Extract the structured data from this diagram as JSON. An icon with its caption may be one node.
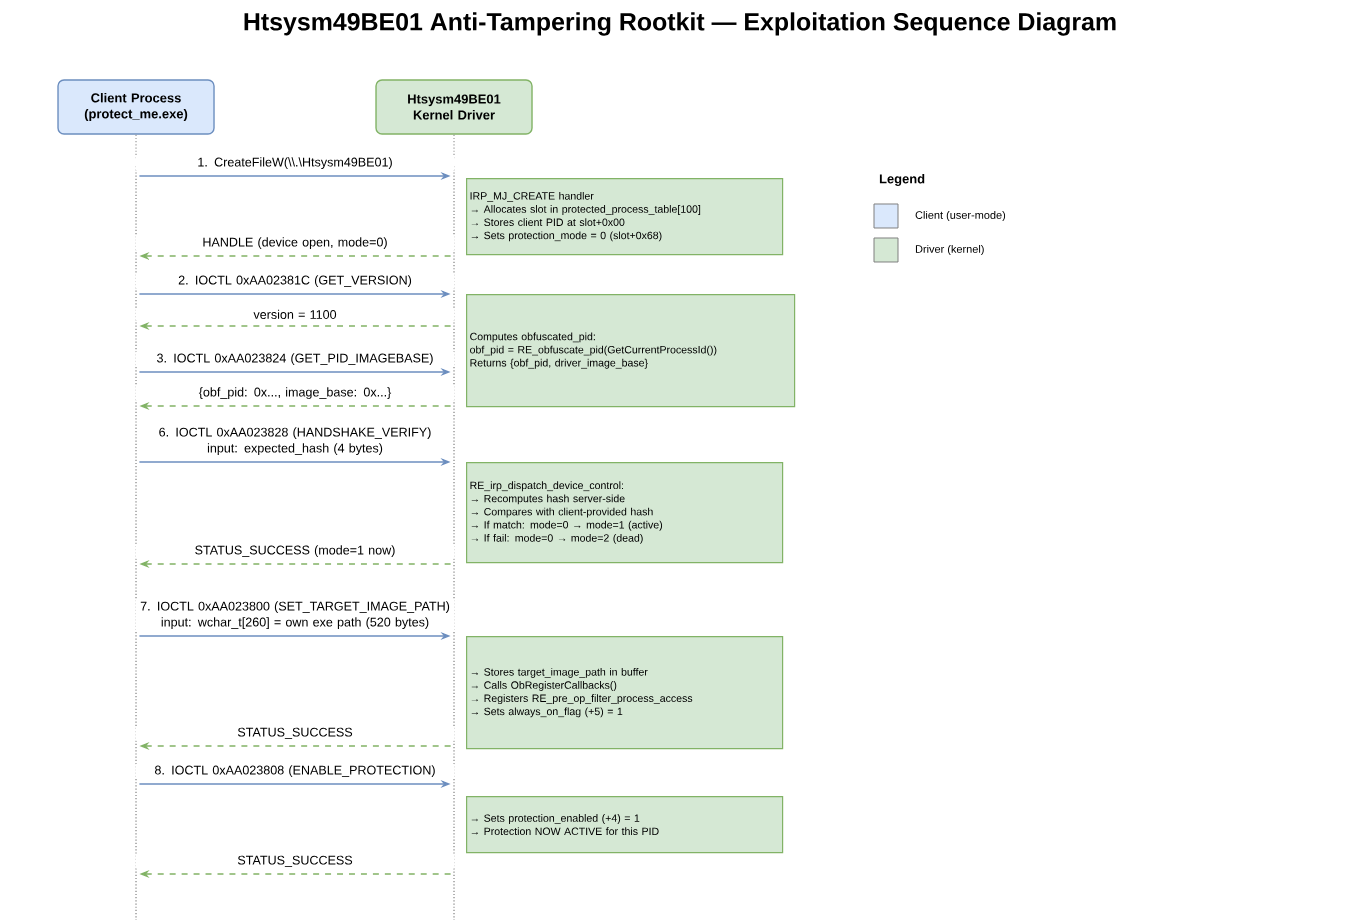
{
  "diagram": {
    "title": "Htsysm49BE01 Anti-Tampering Rootkit — Exploitation Sequence Diagram",
    "nodes": [
      {
        "text": [
          "Client Process (protect_me.exe)"
        ]
      },
      {
        "text": [
          "Htsysm49BE01 Kernel Driver"
        ]
      },
      {
        "text": [],
        "shape": "line"
      },
      {
        "text": [],
        "shape": "line"
      },
      {
        "text": [
          "IRP_MJ_CREATE handler",
          "→ Allocates slot in protected_process_table[100]",
          "→ Stores client PID at slot+0x00",
          "→ Sets protection_mode = 0 (slot+0x68)"
        ]
      },
      {
        "text": [
          "Computes obfuscated_pid:",
          "obf_pid = RE_obfuscate_pid(GetCurrentProcessId())",
          "Returns {obf_pid, driver_image_base}"
        ]
      },
      {
        "text": [
          "RE_irp_dispatch_device_control:",
          "→ Recomputes hash server-side",
          "→ Compares with client-provided hash",
          "→ If match: mode=0 → mode=1 (active)",
          "→ If fail: mode=0 → mode=2 (dead)"
        ]
      },
      {
        "text": [
          "→ Stores target_image_path in buffer",
          "→ Calls ObRegisterCallbacks()",
          "→ Registers RE_pre_op_filter_process_access",
          "→ Sets always_on_flag (+5) = 1"
        ]
      },
      {
        "text": [
          "→ Sets protection_enabled (+4) = 1",
          "→ Protection NOW ACTIVE for this PID"
        ]
      }
    ],
    "edges": [
      {
        "from": 0,
        "to": 2,
        "arrow": "none",
        "style": "dashed",
        "color": "#999999"
      },
      {
        "from": 1,
        "to": 3,
        "arrow": "none",
        "style": "dashed",
        "color": "#999999"
      },
      {
        "from": 2,
        "to": 3,
        "arrow": "to",
        "label": "1. CreateFileW(\\\\.\\Htsysm49BE01)"
      },
      {
        "from": 3,
        "to": 2,
        "arrow": "to",
        "label": "HANDLE (device open, mode=0)",
        "style": "dashed",
        "color": "#82b366"
      },
      {
        "from": 2,
        "to": 3,
        "arrow": "to",
        "label": "2. IOCTL 0xAA02381C (GET_VERSION)"
      },
      {
        "from": 3,
        "to": 2,
        "arrow": "to",
        "label": "version = 1100",
        "style": "dashed",
        "color": "#82b366"
      },
      {
        "from": 2,
        "to": 3,
        "arrow": "to",
        "label": "3. IOCTL 0xAA023824 (GET_PID_IMAGEBASE)"
      },
      {
        "from": 3,
        "to": 2,
        "arrow": "to",
        "label": "{obf_pid: 0x..., image_base: 0x...}",
        "style": "dashed",
        "color": "#82b366"
      },
      {
        "from": 2,
        "to": 3,
        "arrow": "to",
        "label": "6. IOCTL 0xAA023828 (HANDSHAKE_VERIFY) input: expected_hash (4 bytes)"
      },
      {
        "from": 3,
        "to": 2,
        "arrow": "to",
        "label": "STATUS_SUCCESS (mode=1 now)",
        "style": "dashed",
        "color": "#82b366"
      },
      {
        "from": 2,
        "to": 3,
        "arrow": "to",
        "label": "7. IOCTL 0xAA023800 (SET_TARGET_IMAGE_PATH) input: wchar_t[260] = own exe path (520 bytes)"
      },
      {
        "from": 3,
        "to": 2,
        "arrow": "to",
        "label": "STATUS_SUCCESS",
        "style": "dashed",
        "color": "#82b366"
      },
      {
        "from": 2,
        "to": 3,
        "arrow": "to",
        "label": "8. IOCTL 0xAA023808 (ENABLE_PROTECTION)"
      },
      {
        "from": 3,
        "to": 2,
        "arrow": "to",
        "label": "STATUS_SUCCESS",
        "style": "dashed",
        "color": "#82b366"
      }
    ],
    "legend": [
      {
        "text": "Legend"
      },
      {
        "text": "Client (user-mode)",
        "color": "#dae8fc"
      },
      {
        "text": "Driver (kernel)",
        "color": "#d5e8d4"
      }
    ]
  }
}
